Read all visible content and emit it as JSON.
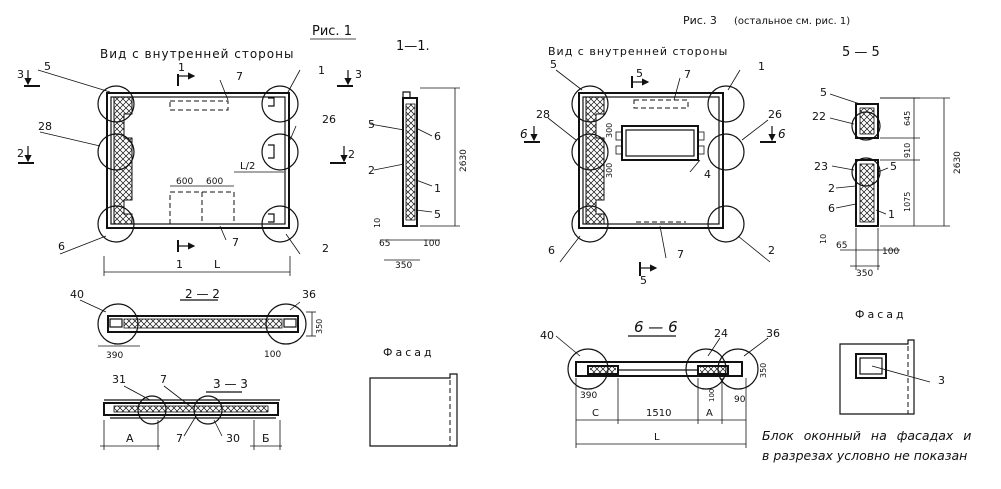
{
  "fig1": {
    "title": "Рис. 1",
    "view_label": "Вид с внутренней стороны",
    "marks": {
      "m5": "5",
      "m1": "1",
      "m28": "28",
      "m26": "26",
      "m6": "6",
      "m2": "2",
      "m7a": "7",
      "m7b": "7"
    },
    "cuts": {
      "c3l": "3",
      "c3r": "3",
      "c2l": "2",
      "c2r": "2",
      "c1t": "1",
      "c1b": "1"
    },
    "dims": {
      "d600a": "600",
      "d600b": "600",
      "dL2": "L/2",
      "dL": "L"
    }
  },
  "sec11": {
    "title": "1—1.",
    "marks": {
      "m5": "5",
      "m6": "6",
      "m2": "2",
      "m1": "1",
      "m5b": "5"
    },
    "dims": {
      "h": "2630",
      "d10": "10",
      "d65": "65",
      "d100": "100",
      "d350": "350"
    }
  },
  "sec22": {
    "title": "2 — 2",
    "marks": {
      "m40": "40",
      "m36": "36"
    },
    "dims": {
      "d390": "390",
      "d100": "100",
      "d350": "350"
    }
  },
  "sec33": {
    "title": "3 — 3",
    "marks": {
      "m31": "31",
      "m7a": "7",
      "m7b": "7",
      "m30": "30"
    },
    "dims": {
      "dA": "А",
      "dB": "Б"
    }
  },
  "facade1": {
    "title": "Фасад"
  },
  "fig3": {
    "title": "Рис. 3",
    "note": "(остальное см. рис. 1)",
    "view_label": "Вид с внутренней стороны",
    "marks": {
      "m5": "5",
      "m1": "1",
      "m28": "28",
      "m26": "26",
      "m6": "6",
      "m2": "2",
      "m7a": "7",
      "m7b": "7",
      "m4": "4"
    },
    "cuts": {
      "c5t": "5",
      "c5b": "5",
      "c6l": "6",
      "c6r": "6"
    },
    "dims": {
      "d300a": "300",
      "d300b": "300"
    }
  },
  "sec55": {
    "title": "5 — 5",
    "marks": {
      "m5": "5",
      "m22": "22",
      "m23": "23",
      "m5b": "5",
      "m2": "2",
      "m6": "6",
      "m1": "1"
    },
    "dims": {
      "d645": "645",
      "d910": "910",
      "d1075": "1075",
      "d2630": "2630",
      "d10": "10",
      "d65": "65",
      "d100": "100",
      "d350": "350"
    }
  },
  "sec66": {
    "title": "6 — 6",
    "marks": {
      "m40": "40",
      "m24": "24",
      "m36": "36"
    },
    "dims": {
      "d390": "390",
      "d350": "350",
      "d100": "100",
      "d90": "90",
      "dC": "С",
      "d1510": "1510",
      "dA": "А",
      "dL": "L"
    }
  },
  "facade3": {
    "title": "Фасад",
    "marks": {
      "m3": "3"
    }
  },
  "footnote": {
    "line1": "Блок оконный на фасадах и",
    "line2": "в разрезах условно не показан"
  }
}
